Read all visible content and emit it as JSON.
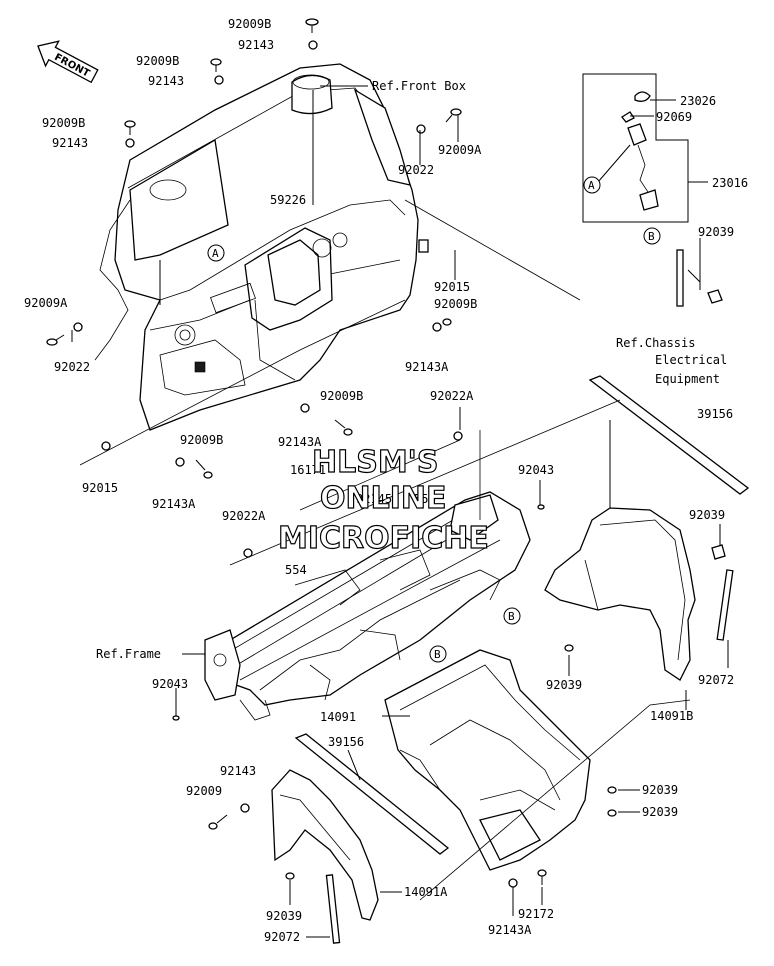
{
  "front_arrow": {
    "label": "FRONT"
  },
  "watermark": {
    "line1": "HLSM'S",
    "line2": "ONLINE",
    "line3": "MICROFICHE"
  },
  "callouts": {
    "c1": "92009B",
    "c2": "92143",
    "c3": "92009B",
    "c4": "92143",
    "c5": "92009B",
    "c6": "92143",
    "c7": "92022",
    "c8": "92009A",
    "c9": "59226",
    "c10": "92015",
    "c11": "92009B",
    "c12": "92143A",
    "c13": "92009A",
    "c14": "92022",
    "c15": "92009B",
    "c16": "92143A",
    "c17": "92009B",
    "c18": "92015",
    "c19": "92143A",
    "c20": "23026",
    "c21": "92069",
    "c22": "23016",
    "c23": "92039",
    "c24": "39156",
    "c25": "92022A",
    "c26": "16171",
    "c27": "92145",
    "c28": "554",
    "c29": "92043",
    "c30": "92022A",
    "c31": "554",
    "c32": "92039",
    "c33": "92072",
    "c34": "14091B",
    "c35": "92039",
    "c36": "14091",
    "c37": "92043",
    "c38": "39156",
    "c39": "92143",
    "c40": "92009",
    "c41": "92039",
    "c42": "92039",
    "c43": "92039",
    "c44": "14091A",
    "c45": "92072",
    "c46": "92172",
    "c47": "92143A"
  },
  "references": {
    "front_box": "Ref.Front Box",
    "chassis_l1": "Ref.Chassis",
    "chassis_l2": "Electrical",
    "chassis_l3": "Equipment",
    "frame": "Ref.Frame"
  },
  "markers": {
    "a1": "A",
    "a2": "A",
    "b1": "B",
    "b2": "B",
    "b3": "B"
  }
}
